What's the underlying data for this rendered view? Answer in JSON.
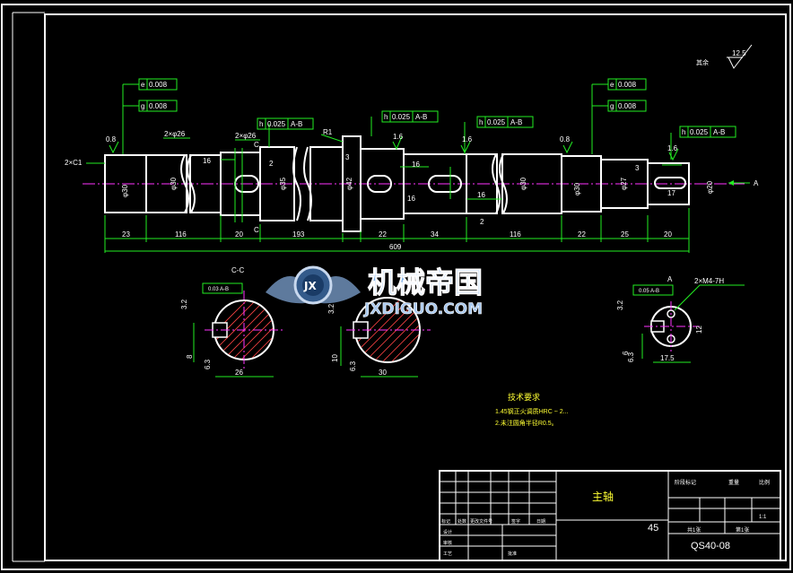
{
  "colors": {
    "background": "#000000",
    "outline": "#ffffff",
    "dimension": "#22ee22",
    "centerline": "#ff33ff",
    "note": "#ffff33",
    "watermark": "#66aaff"
  },
  "surface_finish_default": "12.5",
  "surface_finish_other": "其余",
  "shaft_labels": {
    "chamfer": "2×C1",
    "grooves_a": "2×φ26",
    "grooves_b": "2×φ26",
    "datum_a": "A",
    "section_c_top": "C",
    "section_c_bottom": "C",
    "r1": "R1",
    "d1": "φ30",
    "d2": "φ30",
    "d3": "φ35",
    "d4": "φ42",
    "d5": "φ30",
    "d6": "φ30",
    "d7": "φ27",
    "d8": "φ20",
    "key16_a": "16",
    "key16_b": "16",
    "key16_c": "16",
    "key16_d": "16",
    "key17": "17",
    "num2_a": "2",
    "num2_b": "2",
    "num3_a": "3",
    "num3_b": "3",
    "rough_a": "0.8",
    "rough_b": "1.6",
    "rough_c": "1.6",
    "rough_d": "0.8",
    "rough_e": "1.6"
  },
  "tolerance_frames": [
    {
      "sym": "e",
      "val": "0.008",
      "ref": ""
    },
    {
      "sym": "g",
      "val": "0.008",
      "ref": ""
    },
    {
      "sym": "h",
      "val": "0.025",
      "ref": "A-B"
    },
    {
      "sym": "h",
      "val": "0.025",
      "ref": "A-B"
    },
    {
      "sym": "h",
      "val": "0.025",
      "ref": "A-B"
    },
    {
      "sym": "e",
      "val": "0.008",
      "ref": ""
    },
    {
      "sym": "g",
      "val": "0.008",
      "ref": ""
    },
    {
      "sym": "h",
      "val": "0.025",
      "ref": "A-B"
    }
  ],
  "dimensions": [
    "23",
    "116",
    "20",
    "193",
    "22",
    "34",
    "116",
    "22",
    "25",
    "20"
  ],
  "total_length": "609",
  "section_c": {
    "title": "C-C",
    "frame": "0.03 A-B",
    "rough": "3.2",
    "rough_b": "6.3",
    "dim_h": "8",
    "dim_w": "26"
  },
  "section_b": {
    "rough": "3.2",
    "rough_b": "6.3",
    "dim_h": "10",
    "dim_w": "30"
  },
  "section_a": {
    "title": "A",
    "frame": "0.05 A-B",
    "thread": "2×M4-7H",
    "rough": "3.2",
    "rough_b": "6.3",
    "dim_h": "6",
    "dim_w": "17.5",
    "dim_side": "12"
  },
  "watermark": {
    "cn": "机械帝国",
    "en": "JXDIGUO.COM",
    "badge": "JX"
  },
  "notes": {
    "title": "技术要求",
    "line1": "1.45钢正火调质HRC ~ 2... ",
    "line2": "2.未注圆角半径R0.5。"
  },
  "title_block": {
    "part_name": "主轴",
    "material": "45",
    "drawing_no": "QS40-08",
    "scale": "1:1",
    "header_stage": "阶段标记",
    "header_weight": "重量",
    "header_scale": "比例",
    "sheets": "共1张",
    "sheet_no": "第1张",
    "row_mark": "标记",
    "row_count": "处数",
    "row_doc": "更改文件号",
    "row_sign": "签字",
    "row_date": "日期",
    "designer": "设计",
    "checker": "审核",
    "process": "工艺",
    "approve": "批准"
  }
}
